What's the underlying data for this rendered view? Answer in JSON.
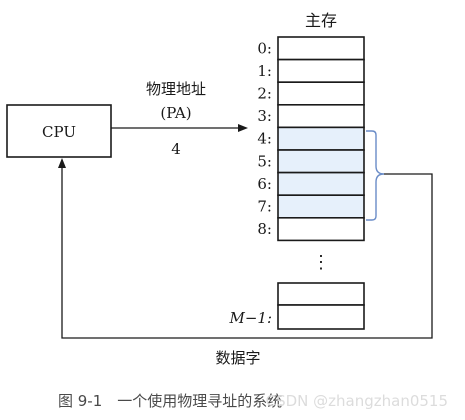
{
  "diagram": {
    "main_memory_label": "主存",
    "cpu_label": "CPU",
    "pa_title": "物理地址",
    "pa_abbrev": "(PA)",
    "pa_value": "4",
    "data_word_label": "数据字",
    "address_labels": [
      "0:",
      "1:",
      "2:",
      "3:",
      "4:",
      "5:",
      "6:",
      "7:",
      "8:"
    ],
    "last_address_label": "M−1:",
    "ellipsis": "⋮",
    "highlighted_cells": [
      4,
      5,
      6,
      7
    ],
    "caption": "图 9-1　一个使用物理寻址的系统",
    "watermark": "CSDN @zhangzhan0515"
  },
  "colors": {
    "line": "#1a1a1a",
    "highlight_fill": "#e6f0fb",
    "highlight_bracket": "#6a8cc7",
    "background": "#ffffff"
  }
}
